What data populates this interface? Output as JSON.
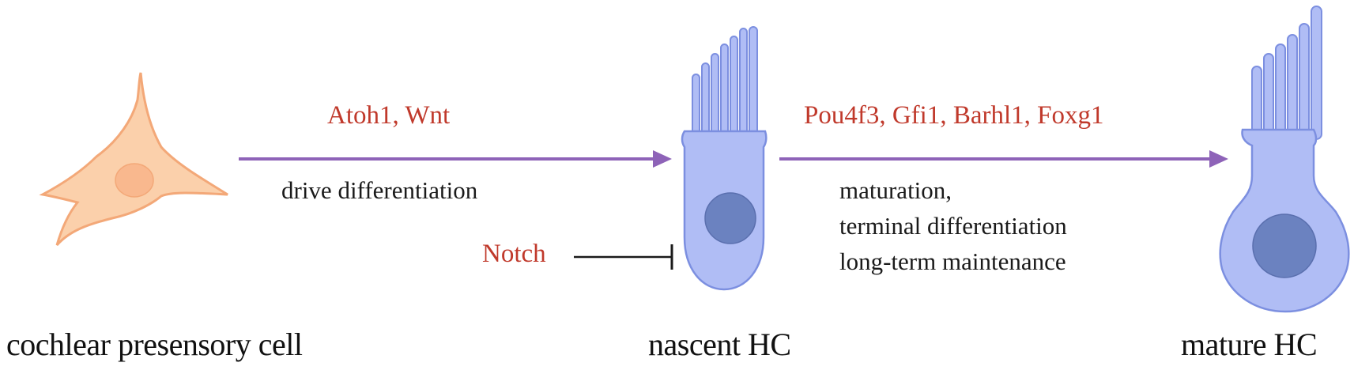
{
  "colors": {
    "arrow": "#8e63b8",
    "factor_text": "#c0392b",
    "progenitor_fill": "#fbd0ab",
    "progenitor_stroke": "#f3a878",
    "progenitor_nucleus": "#f9b88e",
    "hair_cell_fill": "#b0bdf5",
    "hair_cell_stroke": "#7c8fe0",
    "hair_cell_nucleus": "#6b82c0",
    "inhibition_line": "#1a1a1a"
  },
  "cells": {
    "progenitor": {
      "label": "cochlear presensory cell",
      "icon": "progenitor-cell-icon"
    },
    "nascent": {
      "label": "nascent HC",
      "icon": "nascent-hair-cell-icon"
    },
    "mature": {
      "label": "mature HC",
      "icon": "mature-hair-cell-icon"
    }
  },
  "transitions": [
    {
      "factors": "Atoh1, Wnt",
      "description_lines": [
        "drive differentiation"
      ]
    },
    {
      "factors": "Pou4f3, Gfi1, Barhl1, Foxg1",
      "description_lines": [
        "maturation,",
        "terminal differentiation",
        "long-term maintenance"
      ]
    }
  ],
  "inhibitor": {
    "label": "Notch",
    "icon": "inhibition-bar-icon"
  }
}
